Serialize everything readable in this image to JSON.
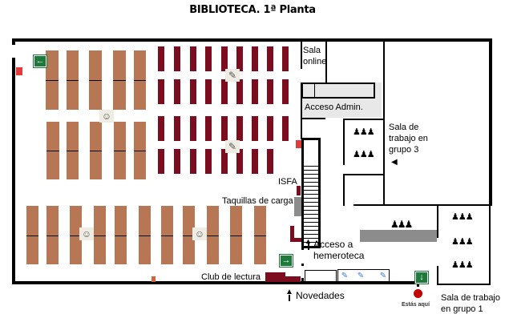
{
  "title": "BIBLIOTECA. 1ª Planta",
  "rooms": {
    "sala_online": "Sala\nonline",
    "sala_online_l1": "Sala",
    "sala_online_l2": "online",
    "acceso_admin": "Acceso Admin.",
    "grupo3_l1": "Sala de",
    "grupo3_l2": "trabajo en",
    "grupo3_l3": "grupo 3",
    "isfa": "ISFA",
    "taquillas": "Taquillas de carga",
    "hemeroteca_l1": "Acceso a",
    "hemeroteca_l2": "hemeroteca",
    "club_lectura": "Club de lectura",
    "novedades": "Novedades",
    "estas_aqui": "Estás aquí",
    "grupo1_l1": "Sala de trabajo",
    "grupo1_l2": "en grupo 1"
  },
  "icons": {
    "exit_left": "←",
    "exit_right": "→",
    "exit_down": "↓",
    "arrow_up": "▲",
    "arrow_left": "◀",
    "study_group": "♟♟♟",
    "info_point": "☺",
    "computer": "✎"
  },
  "colors": {
    "table_brown": "#b87754",
    "desk_maroon": "#7b0d1e",
    "exit_green": "#1d7a3a",
    "fire_red": "#e33b3b",
    "you_are_here": "#c40000",
    "counter_gray": "#8c8c8c"
  }
}
